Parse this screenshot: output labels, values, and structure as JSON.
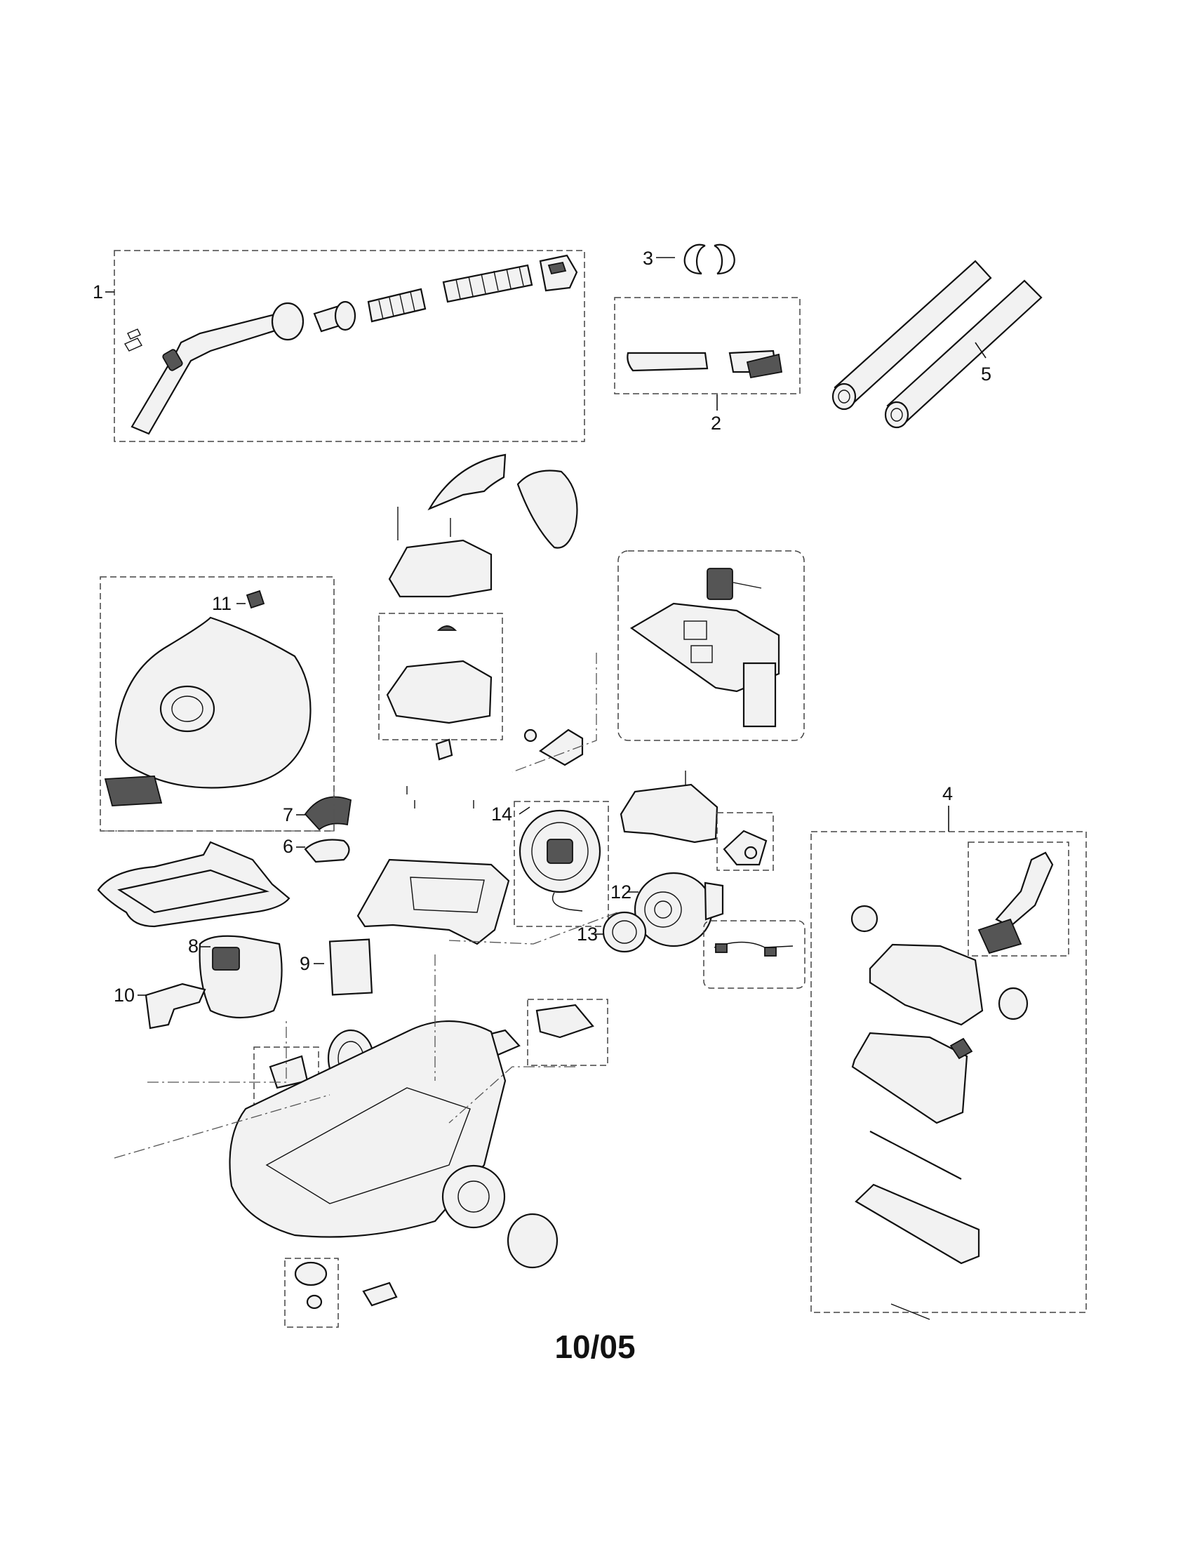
{
  "title": "",
  "part_labels": [
    "1",
    "2",
    "3",
    "4",
    "5",
    "6",
    "7",
    "8",
    "9",
    "10",
    "11",
    "12",
    "13",
    "14"
  ],
  "footer": {
    "date_code": "10/05"
  }
}
